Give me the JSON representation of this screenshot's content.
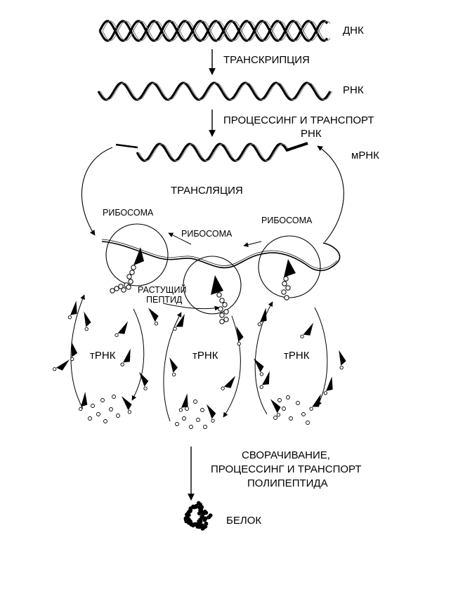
{
  "labels": {
    "dna": "ДНК",
    "transcription": "ТРАНСКРИПЦИЯ",
    "rna": "РНК",
    "processing_line1": "ПРОЦЕССИНГ И ТРАНСПОРТ",
    "processing_line2": "РНК",
    "mrna": "мРНК",
    "translation": "ТРАНСЛЯЦИЯ",
    "ribosome_left": "РИБОСОМА",
    "ribosome_middle": "РИБОСОМА",
    "ribosome_right": "РИБОСОМА",
    "growing_line1": "РАСТУЩИЙ",
    "growing_line2": "ПЕПТИД",
    "trna_left": "тРНК",
    "trna_middle": "тРНК",
    "trna_right": "тРНК",
    "folding_line1": "СВОРАЧИВАНИЕ,",
    "folding_line2": "ПРОЦЕССИНГ И ТРАНСПОРТ",
    "folding_line3": "ПОЛИПЕПТИДА",
    "protein": "БЕЛОК"
  }
}
